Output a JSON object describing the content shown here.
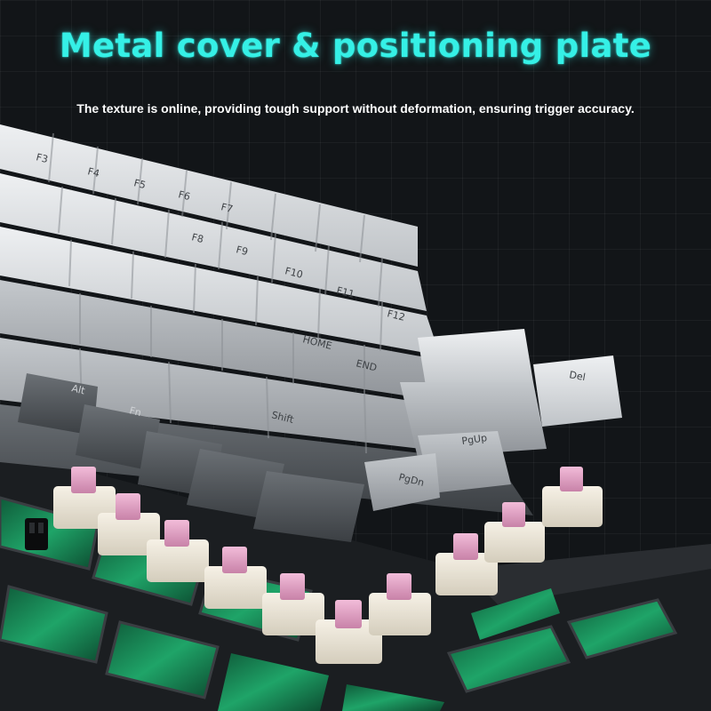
{
  "headline": "Metal cover & positioning plate",
  "subline": "The texture is online, providing tough support without deformation, ensuring trigger accuracy.",
  "colors": {
    "headline": "#35f0e6",
    "subline": "#ffffff",
    "background": "#121518",
    "keycap_light": "#d9dcdf",
    "keycap_mid": "#a9adb1",
    "keycap_dark": "#505459",
    "switch_stem": "#e7a6c9",
    "switch_housing": "#efe9da",
    "pcb": "#1b8a58",
    "plate": "#1e2124"
  },
  "legends": [
    "F3",
    "F4",
    "F5",
    "F6",
    "F7",
    "F8",
    "F9",
    "F10",
    "F11",
    "F12",
    "Alt",
    "Fn",
    "Shift",
    "HOME",
    "END",
    "PgUp",
    "PgDn",
    "Del"
  ]
}
